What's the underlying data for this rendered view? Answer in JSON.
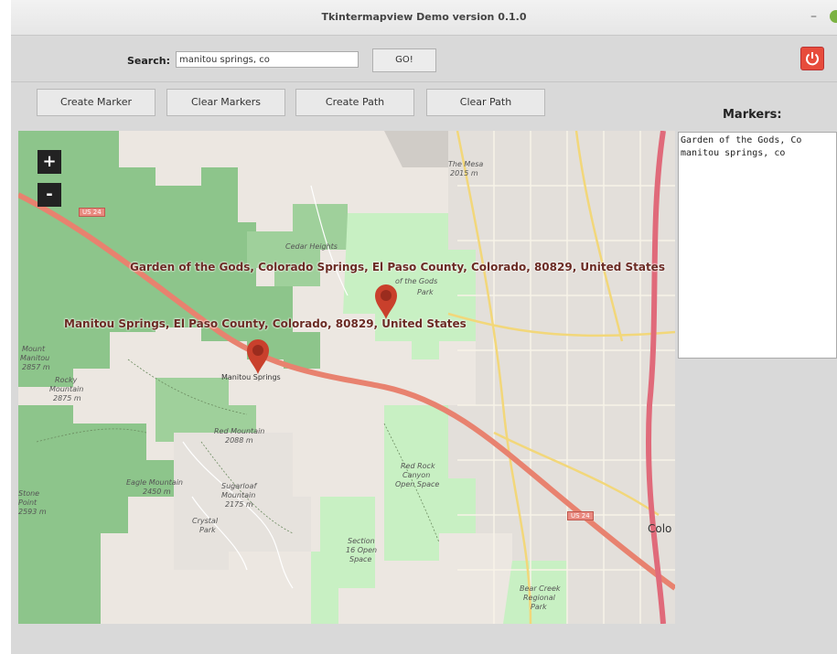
{
  "window": {
    "title": "Tkintermapview Demo version 0.1.0",
    "minimize_glyph": "–"
  },
  "search": {
    "label": "Search:",
    "value": "manitou springs, co",
    "go_label": "GO!"
  },
  "toolbar": {
    "buttons": [
      {
        "label": "Create Marker"
      },
      {
        "label": "Clear Markers"
      },
      {
        "label": "Create Path"
      },
      {
        "label": "Clear Path"
      }
    ]
  },
  "markers_panel": {
    "heading": "Markers:",
    "items": [
      "Garden of the Gods, Co",
      "manitou springs, co"
    ]
  },
  "map": {
    "zoom_in": "+",
    "zoom_out": "-",
    "markers": [
      {
        "label": "Garden of the Gods, Colorado Springs, El Paso County, Colorado, 80829, United States"
      },
      {
        "label": "Manitou Springs, El Paso County, Colorado, 80829, United States"
      }
    ],
    "places": {
      "the_mesa": "The Mesa",
      "the_mesa_elev": "2015 m",
      "cedar_heights": "Cedar Heights",
      "garden_park": "of the Gods",
      "garden_park2": "Park",
      "manitou_springs": "Manitou Springs",
      "mount_manitou": "Mount",
      "mount_manitou2": "Manitou",
      "mount_manitou3": "2857 m",
      "rocky": "Rocky",
      "rocky2": "Mountain",
      "rocky3": "2875 m",
      "red_mountain": "Red Mountain",
      "red_mountain2": "2088 m",
      "eagle": "Eagle Mountain",
      "eagle2": "2450 m",
      "sugarloaf": "Sugarloaf",
      "sugarloaf2": "Mountain",
      "sugarloaf3": "2175 m",
      "crystal": "Crystal",
      "crystal2": "Park",
      "red_rock": "Red Rock",
      "red_rock2": "Canyon",
      "red_rock3": "Open Space",
      "section16": "Section",
      "section16b": "16 Open",
      "section16c": "Space",
      "bear_creek": "Bear Creek",
      "bear_creek2": "Regional",
      "bear_creek3": "Park",
      "us24_a": "US 24",
      "us24_b": "US 24",
      "cos": "Colo",
      "stone": "Stone",
      "stone2": "Point",
      "stone3": "2593 m"
    },
    "colors": {
      "forest": "#8dc58b",
      "park": "#c8f0c3",
      "highway": "#e8826f",
      "marker": "#c9402c"
    }
  }
}
